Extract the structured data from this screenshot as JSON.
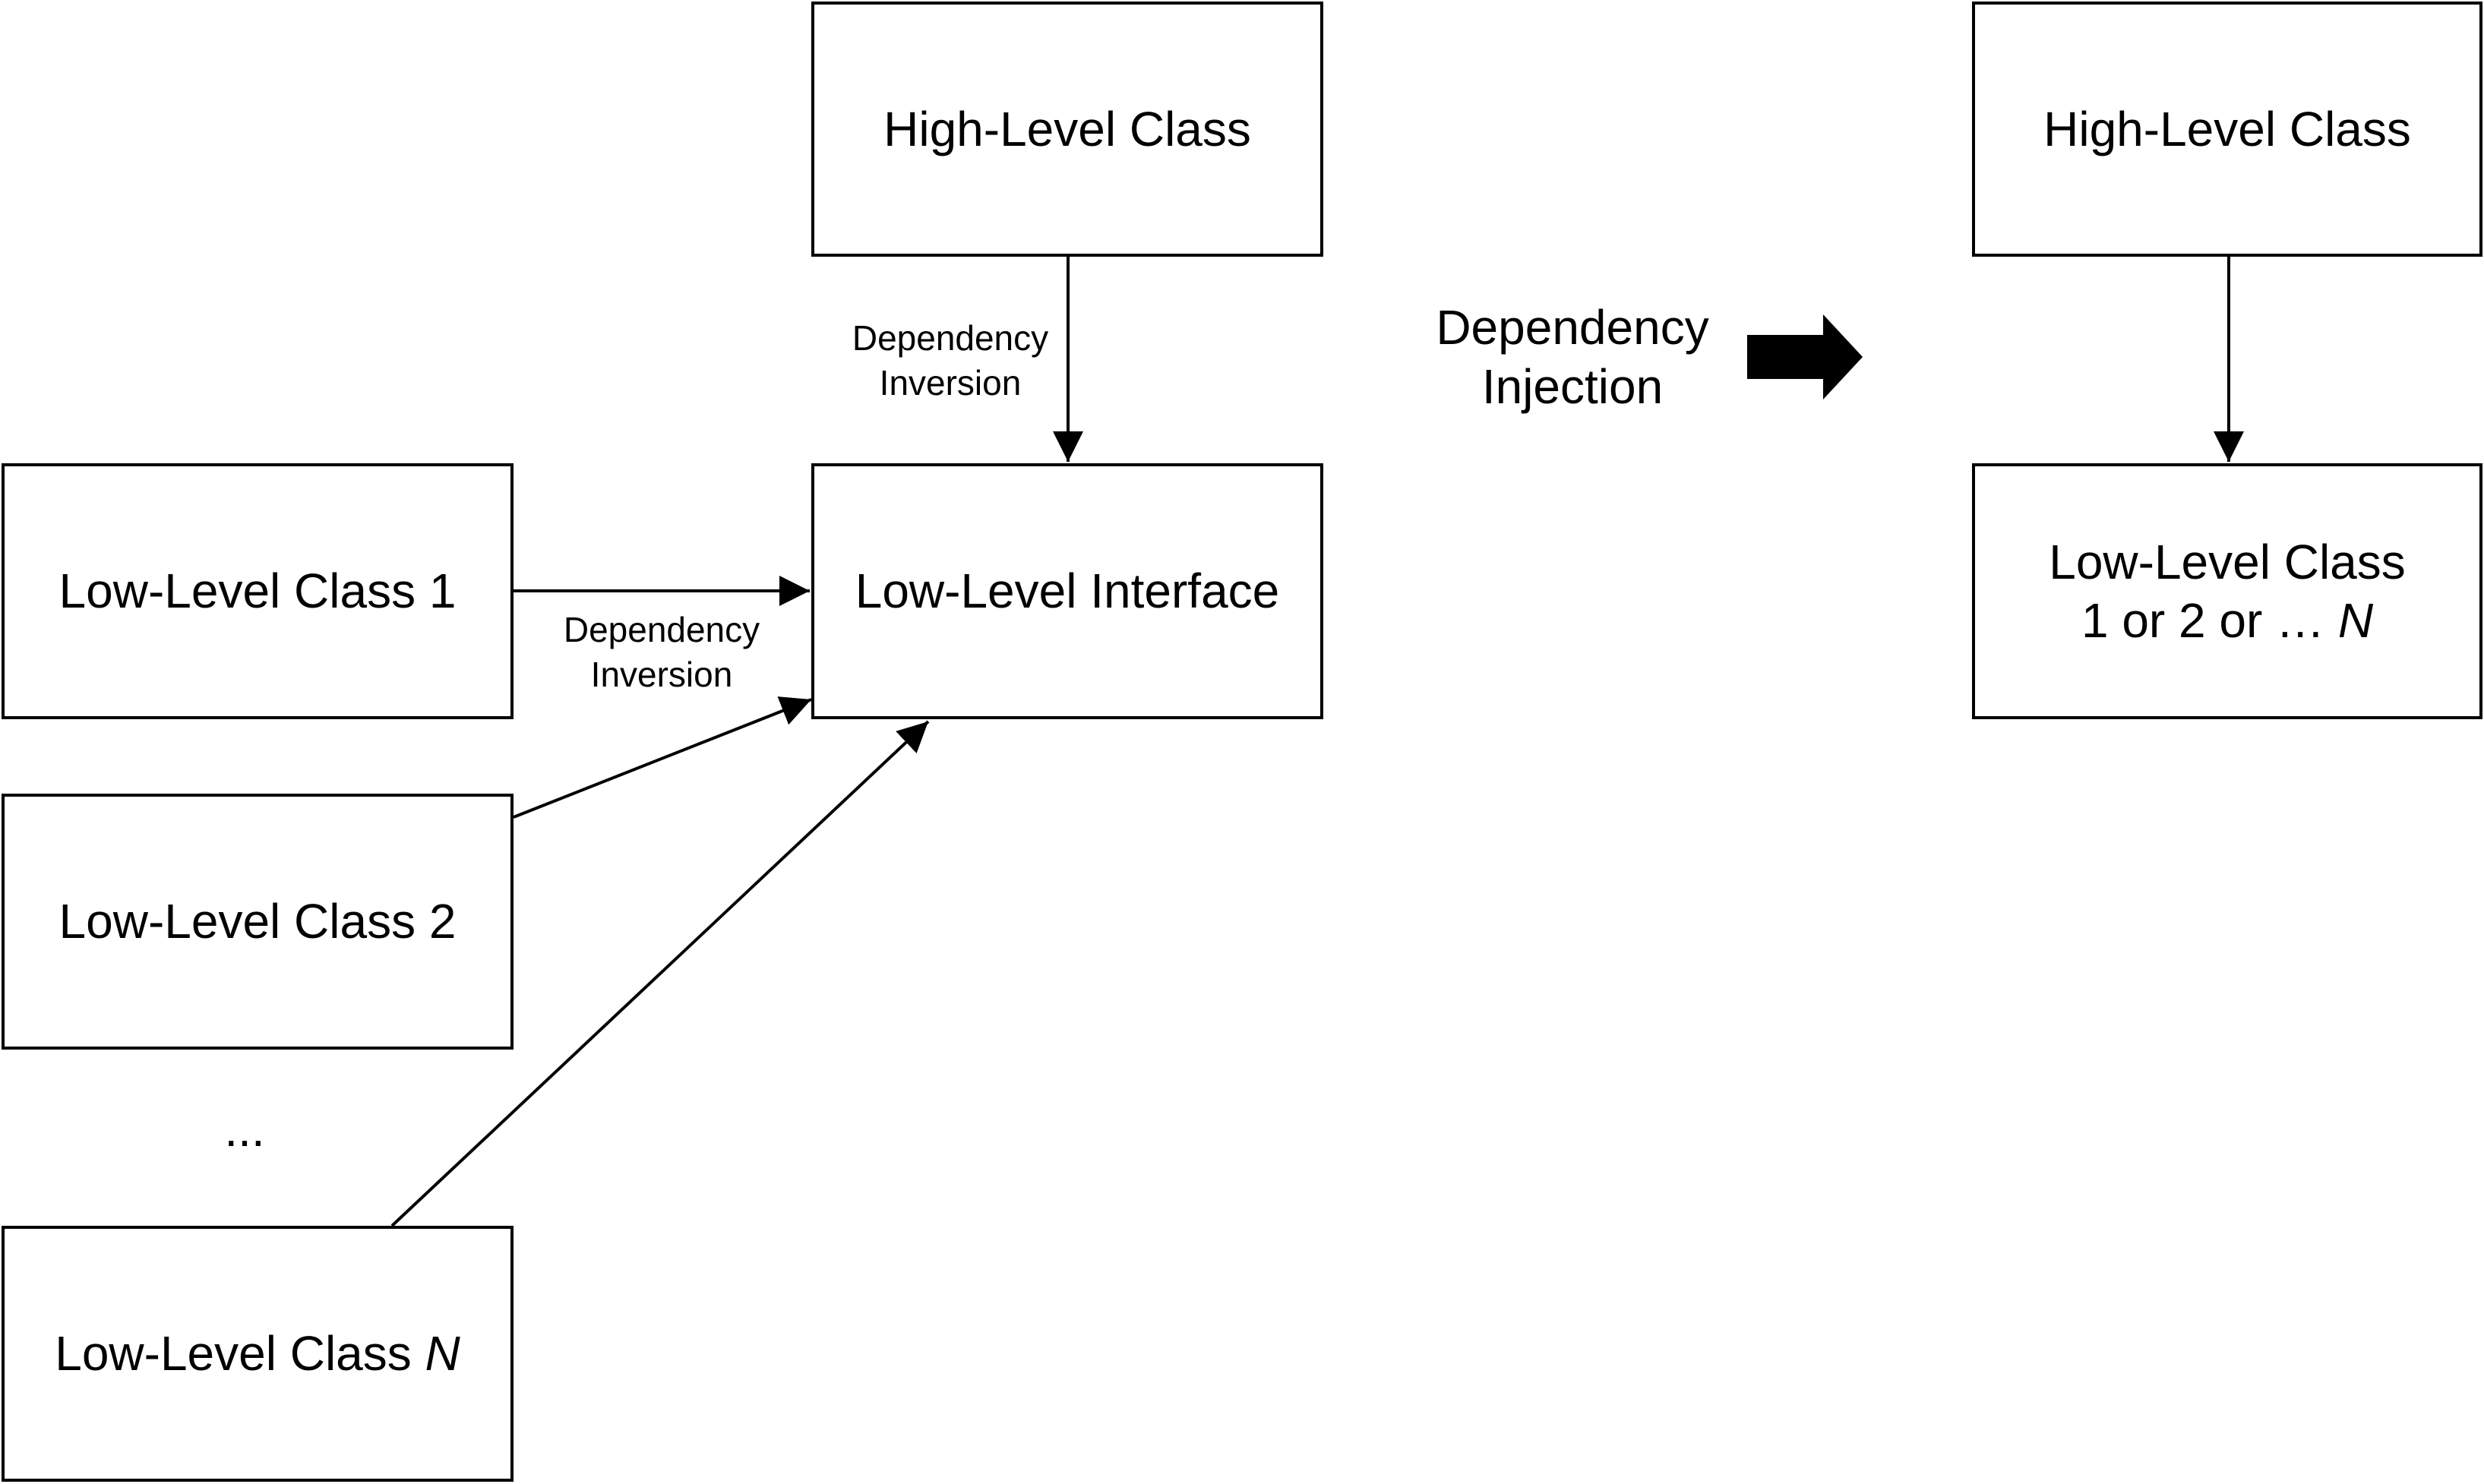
{
  "left_diagram": {
    "high_level_class": "High-Level Class",
    "low_level_interface": "Low-Level Interface",
    "low_level_class_1": "Low-Level Class 1",
    "low_level_class_2": "Low-Level Class 2",
    "ellipsis": "...",
    "low_level_class_n_prefix": "Low-Level Class ",
    "low_level_class_n_var": "N",
    "top_arrow_label": [
      "Dependency",
      "Inversion"
    ],
    "side_arrow_label": [
      "Dependency",
      "Inversion"
    ]
  },
  "transition": {
    "label": [
      "Dependency",
      "Injection"
    ],
    "arrow_icon": "block-right-arrow-icon"
  },
  "right_diagram": {
    "high_level_class": "High-Level Class",
    "low_level_class_line1": "Low-Level Class",
    "low_level_class_line2_prefix": "1 or 2 or … ",
    "low_level_class_line2_var": "N"
  },
  "colors": {
    "stroke": "#000000",
    "background": "#ffffff"
  }
}
